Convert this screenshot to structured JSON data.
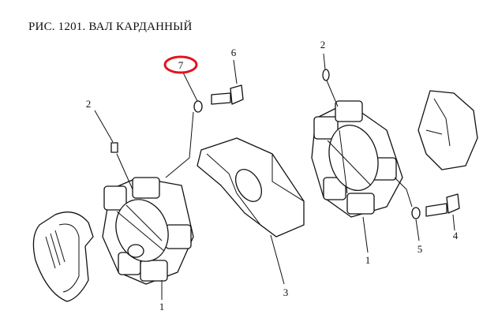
{
  "title": "РИС. 1201. ВАЛ КАРДАННЫЙ",
  "callouts": {
    "part7": "7",
    "part6": "6",
    "part2_left": "2",
    "part2_right": "2",
    "part1_left": "1",
    "part3": "3",
    "part1_right": "1",
    "part5": "5",
    "part4": "4"
  },
  "highlight_color": "#e0141e"
}
